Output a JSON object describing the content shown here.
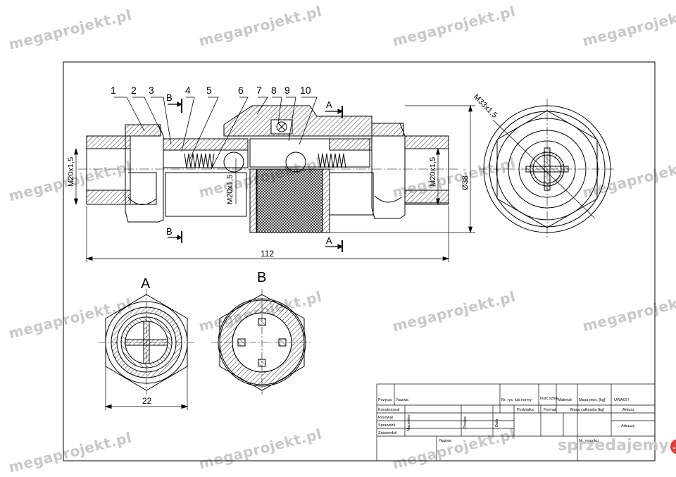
{
  "parts": {
    "balloons": [
      "1",
      "2",
      "3",
      "4",
      "5",
      "6",
      "7",
      "8",
      "9",
      "10"
    ]
  },
  "dims": {
    "overall_length": "112",
    "thread_left": "M20x1,5",
    "thread_center": "M20x1,5",
    "thread_right": "M20x1,5",
    "diameter": "Ø38",
    "thread_nut": "M33x1,5",
    "width_a": "22"
  },
  "sections": {
    "a_marker": "A",
    "b_marker": "B",
    "view_a_title": "A",
    "view_b_title": "B"
  },
  "title_block": {
    "pozycja": "Pozycja",
    "nazwa": "Nazwa",
    "nr_rys": "Nr. rys. lub normy",
    "ilosc": "Ilość sztuk",
    "material": "Materiał",
    "masa_jedn": "Masa jedn. [kg]",
    "uwagi": "UWAGI !",
    "konstruowal": "Konstruował",
    "rysowal": "Rysował",
    "sprawdzil": "Sprawdził",
    "zatwierdzil": "Zatwierdził",
    "nazwisko": "Nazwisko",
    "podpis": "Podpis",
    "data": "Data",
    "podzialka": "Podziałka",
    "format": "Format",
    "masa_calkowita": "Masa całkowita [kg]",
    "arkusz": "Arkusz",
    "arkuszy": "Arkuszy",
    "nazwa_bottom": "Nazwa",
    "nr_rysunku": "Nr. rysunku"
  },
  "watermark": {
    "text": "megaprojekt.pl",
    "brand": "sprzedajemy",
    "brand_suffix": ".pl"
  },
  "colors": {
    "line": "#000000",
    "watermark": "#c8c8c8",
    "brand_accent": "#e53b3b"
  }
}
